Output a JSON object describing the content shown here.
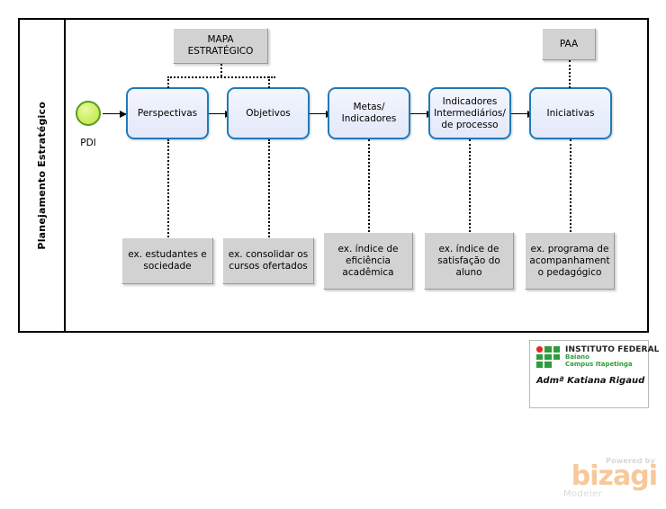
{
  "pool": {
    "lane_label": "Planejamento Estratégico"
  },
  "start_event": {
    "name": "start-event",
    "label": "PDI"
  },
  "tasks": [
    {
      "id": "perspectivas",
      "label": "Perspectivas"
    },
    {
      "id": "objetivos",
      "label": "Objetivos"
    },
    {
      "id": "metas-indicadores",
      "label": "Metas/\nIndicadores"
    },
    {
      "id": "indicadores-intermediarios",
      "label": "Indicadores\nIntermediários/\nde processo"
    },
    {
      "id": "iniciativas",
      "label": "Iniciativas"
    }
  ],
  "top_annotations": [
    {
      "id": "mapa-estrategico",
      "label": "MAPA\nESTRATÉGICO"
    },
    {
      "id": "paa",
      "label": "PAA"
    }
  ],
  "bottom_annotations": [
    {
      "id": "ex-estudantes",
      "label": "ex. estudantes e\nsociedade"
    },
    {
      "id": "ex-consolidar",
      "label": "ex. consolidar os\ncursos ofertados"
    },
    {
      "id": "ex-eficiencia",
      "label": "ex. índice de\neficiência\nacadêmica"
    },
    {
      "id": "ex-satisfacao",
      "label": "ex. índice de\nsatisfação do\naluno"
    },
    {
      "id": "ex-programa",
      "label": "ex. programa de\nacompanhament\no pedagógico"
    }
  ],
  "signature": {
    "logo_title": "INSTITUTO FEDERAL",
    "logo_sub1": "Baiano",
    "logo_sub2": "Campus Itapetinga",
    "author": "Admª Katiana Rigaud"
  },
  "watermark": {
    "powered_by": "Powered by",
    "brand": "bizagi",
    "product": "Modeler"
  },
  "colors": {
    "task_border": "#1f7bb6",
    "task_fill": "#eef1fc",
    "annotation_fill": "#d2d2d2",
    "start_fill": "#cdec62",
    "start_border": "#5b9b1c",
    "logo_green": "#2e9c3c",
    "logo_red": "#e02a26",
    "watermark": "#f6c89a"
  }
}
